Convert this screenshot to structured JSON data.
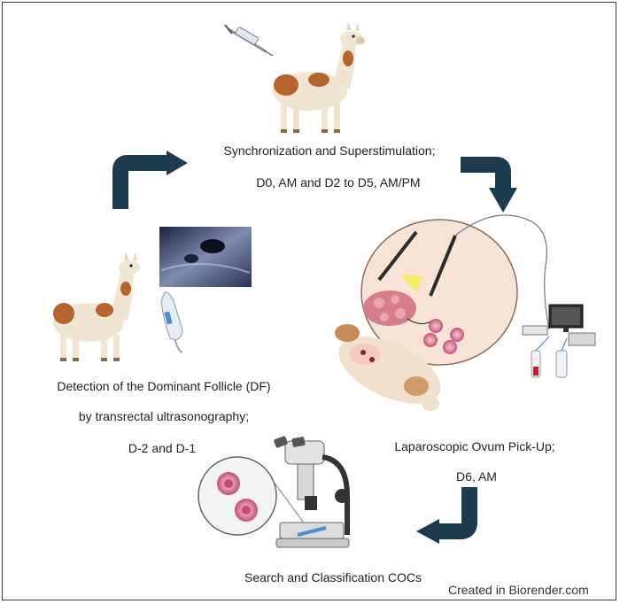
{
  "labels": {
    "sync_line1": "Synchronization and Superstimulation;",
    "sync_line2": "D0, AM and D2 to D5, AM/PM",
    "detect_line1": "Detection of the Dominant Follicle (DF)",
    "detect_line2": "by transrectal ultrasonography;",
    "detect_line3": "D-2 and D-1",
    "opu_line1": "Laparoscopic Ovum Pick-Up;",
    "opu_line2": "D6, AM",
    "search_line1": "Search and Classification COCs"
  },
  "credit": "Created in Biorender.com",
  "icons": [
    "syringe-icon",
    "alpaca-icon",
    "ultrasound-image",
    "ultrasound-probe-icon",
    "laparoscopy-scene",
    "monitor-icon",
    "microscope-icon",
    "coc-cell-icon"
  ],
  "colors": {
    "arrow": "#1d3b4f",
    "alpaca_body": "#f1e6d4",
    "alpaca_spot": "#b5642e",
    "zoom_circle": "#f7e4d6",
    "coc_pink": "#e08aa5"
  }
}
